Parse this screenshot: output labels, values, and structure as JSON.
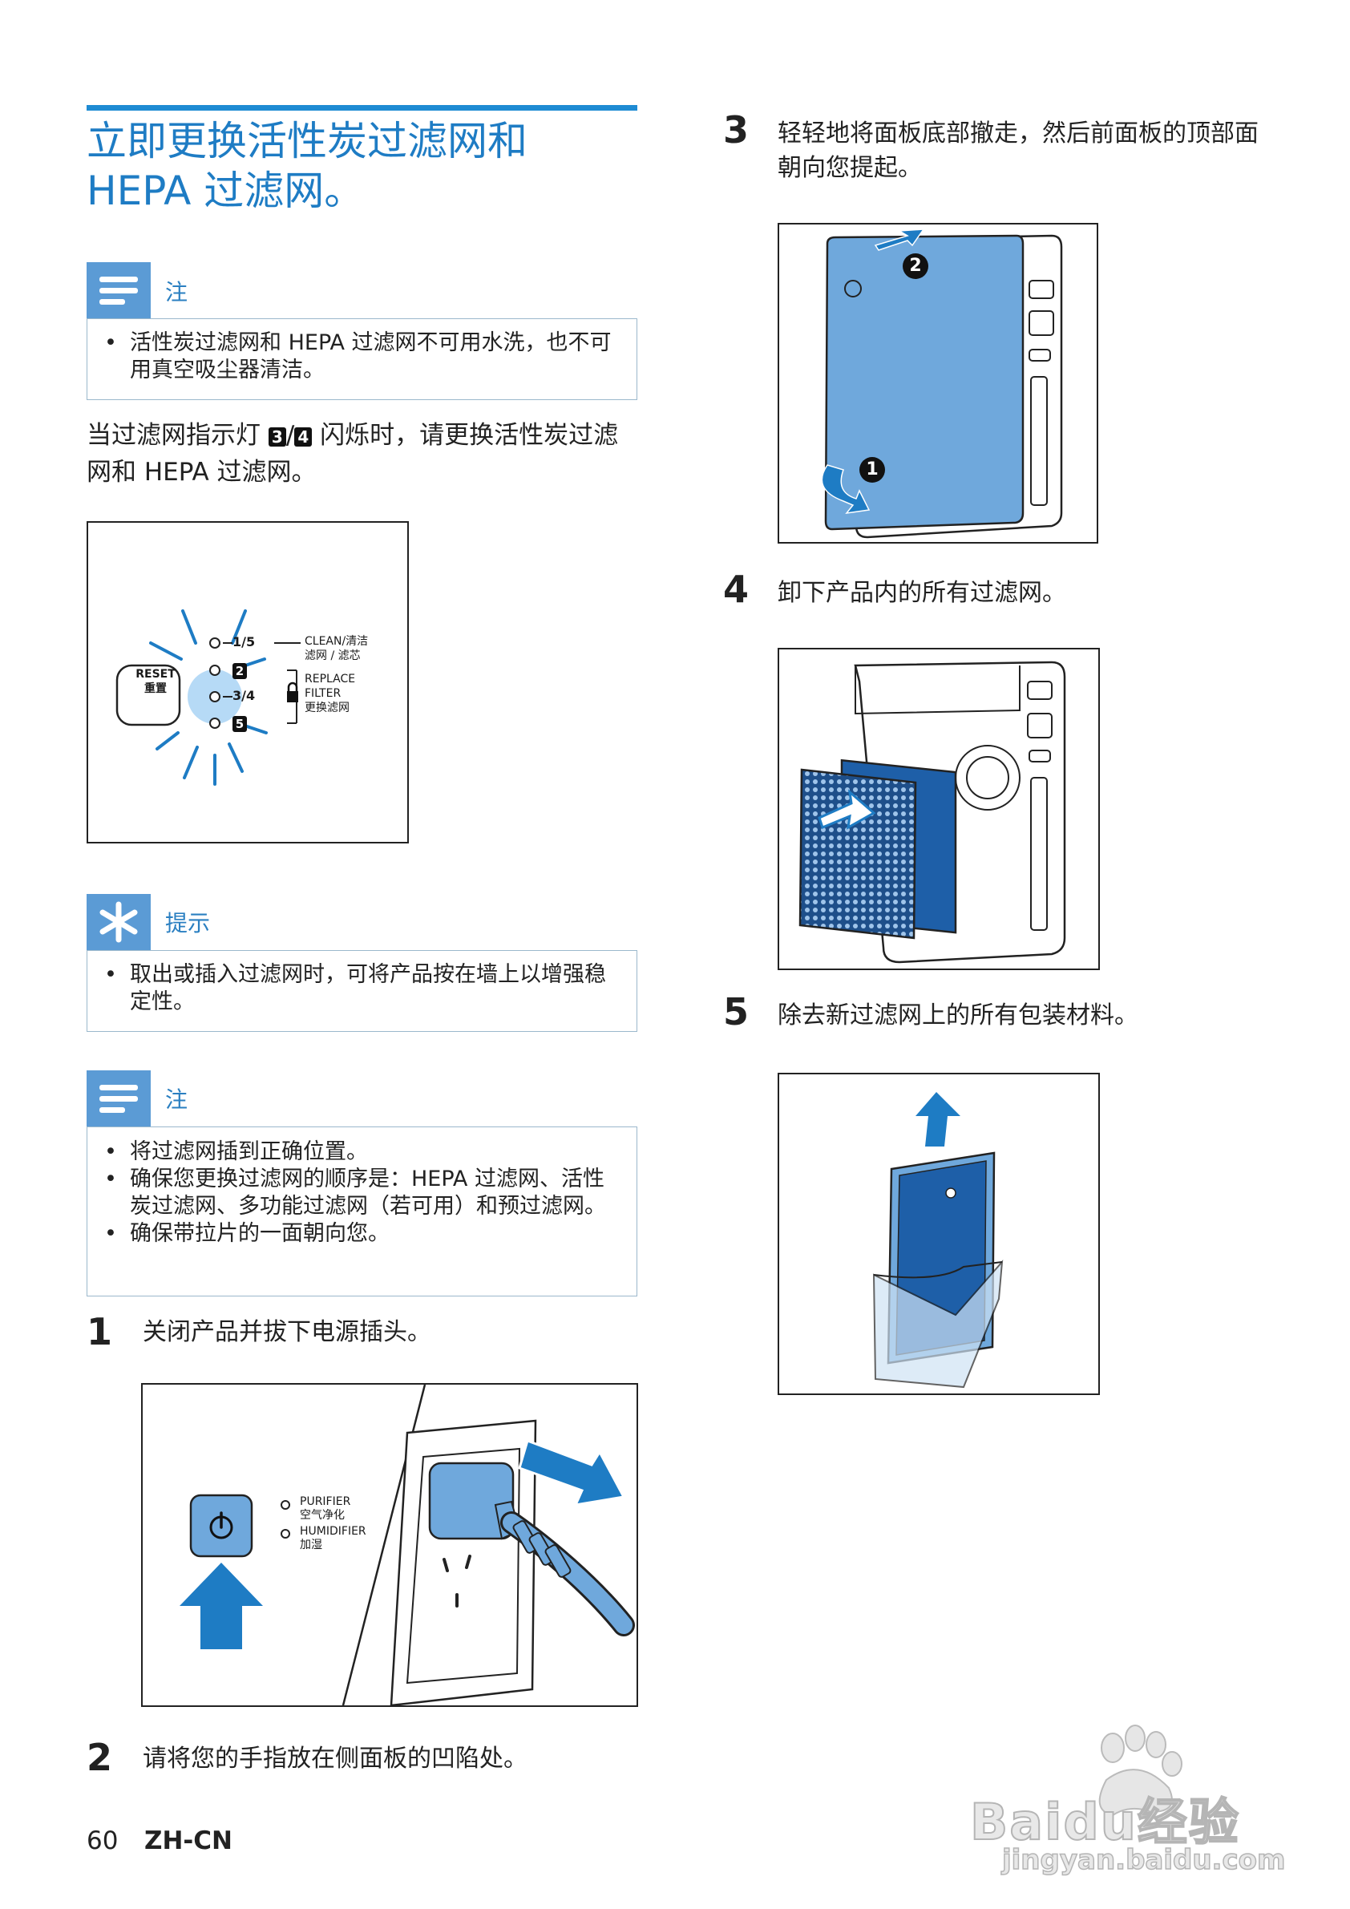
{
  "title": {
    "line1": "立即更换活性炭过滤网和",
    "line2": "HEPA 过滤网。"
  },
  "note1": {
    "label": "注",
    "items": [
      "活性炭过滤网和 HEPA 过滤网不可用水洗，也不可用真空吸尘器清洁。"
    ]
  },
  "indicator_para": {
    "before": "当过滤网指示灯 ",
    "badge1": "3",
    "slash": "/",
    "badge2": "4",
    "after": " 闪烁时，请更换活性炭过滤网和 HEPA 过滤网。"
  },
  "panel_figure": {
    "reset_en": "RESET",
    "reset_cn": "重置",
    "row1_num": "1/5",
    "clean_en": "CLEAN/清洁",
    "clean_cn": "滤网 / 滤芯",
    "row2_num": "2",
    "row3_num": "3/4",
    "replace_en": "REPLACE",
    "filter_en": "FILTER",
    "replace_cn": "更换滤网",
    "row4_num": "5"
  },
  "tip": {
    "label": "提示",
    "items": [
      "取出或插入过滤网时，可将产品按在墙上以增强稳定性。"
    ]
  },
  "note2": {
    "label": "注",
    "items": [
      "将过滤网插到正确位置。",
      "确保您更换过滤网的顺序是：HEPA 过滤网、活性炭过滤网、多功能过滤网（若可用）和预过滤网。",
      "确保带拉片的一面朝向您。"
    ]
  },
  "steps": [
    {
      "num": "1",
      "text": "关闭产品并拔下电源插头。"
    },
    {
      "num": "2",
      "text": "请将您的手指放在侧面板的凹陷处。"
    },
    {
      "num": "3",
      "text": "轻轻地将面板底部撤走，然后前面板的顶部面朝向您提起。"
    },
    {
      "num": "4",
      "text": "卸下产品内的所有过滤网。"
    },
    {
      "num": "5",
      "text": "除去新过滤网上的所有包装材料。"
    }
  ],
  "power_figure": {
    "purifier_en": "PURIFIER",
    "purifier_cn": "空气净化",
    "humidifier_en": "HUMIDIFIER",
    "humidifier_cn": "加湿"
  },
  "panel_step_figure": {
    "badge_top": "2",
    "badge_bottom": "1"
  },
  "footer": {
    "page_number": "60",
    "language": "ZH-CN"
  },
  "watermark": {
    "brand": "Baidu经验",
    "url": "jingyan.baidu.com"
  },
  "colors": {
    "accent": "#1e8bd3",
    "note_icon": "#5b9bd5",
    "device_blue": "#6fa8dc"
  }
}
